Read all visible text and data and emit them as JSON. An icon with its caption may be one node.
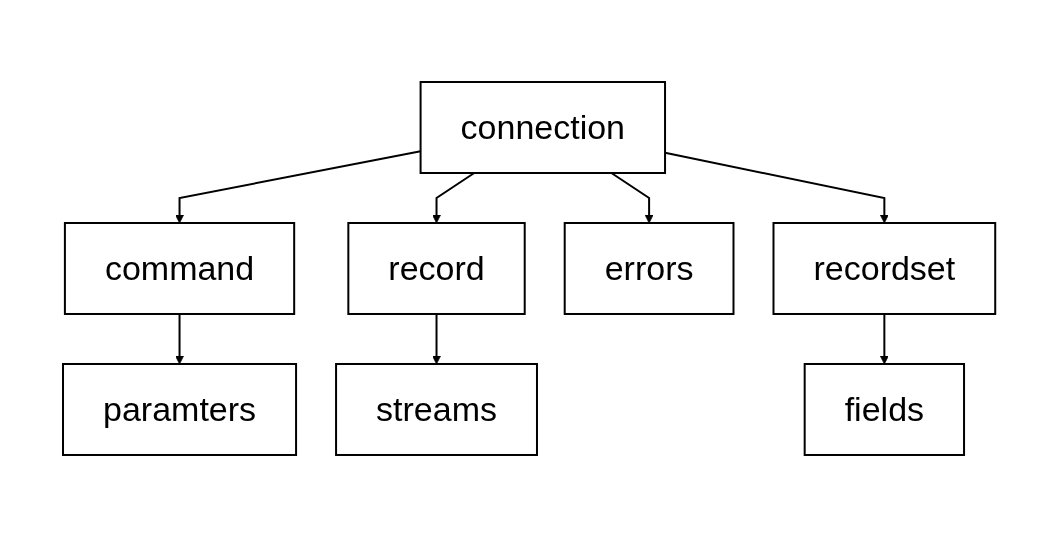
{
  "diagram": {
    "nodes": [
      {
        "text": [
          "connection"
        ]
      },
      {
        "text": [
          "command"
        ]
      },
      {
        "text": [
          "record"
        ]
      },
      {
        "text": [
          "errors"
        ]
      },
      {
        "text": [
          "recordset"
        ]
      },
      {
        "text": [
          "paramters"
        ]
      },
      {
        "text": [
          "streams"
        ]
      },
      {
        "text": [
          "fields"
        ]
      }
    ],
    "edges": [
      {
        "from": 0,
        "to": 1,
        "arrow": "to"
      },
      {
        "from": 0,
        "to": 2,
        "arrow": "to"
      },
      {
        "from": 0,
        "to": 3,
        "arrow": "to"
      },
      {
        "from": 0,
        "to": 4,
        "arrow": "to"
      },
      {
        "from": 1,
        "to": 5,
        "arrow": "to"
      },
      {
        "from": 2,
        "to": 6,
        "arrow": "to"
      },
      {
        "from": 4,
        "to": 7,
        "arrow": "to"
      }
    ]
  }
}
